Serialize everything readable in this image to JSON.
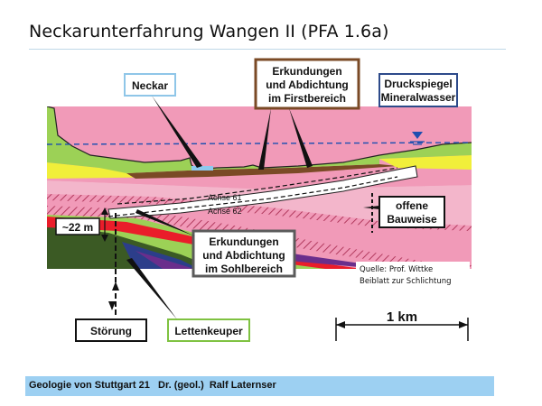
{
  "title": "Neckarunterfahrung Wangen II (PFA 1.6a)",
  "labels": {
    "neckar": "Neckar",
    "erkundung_first": [
      "Erkundungen",
      "und Abdichtung",
      "im Firstbereich"
    ],
    "druckspiegel": [
      "Druckspiegel",
      "Mineralwasser"
    ],
    "offene_bauweise": [
      "offene",
      "Bauweise"
    ],
    "achse_61": "Achse 61",
    "achse_62": "Achse 62",
    "depth": "~22 m",
    "erkundung_sohl": [
      "Erkundungen",
      "und Abdichtung",
      "im Sohlbereich"
    ],
    "quelle": [
      "Quelle: Prof. Wittke",
      "Beiblatt zur Schlichtung"
    ],
    "stoerung": "Störung",
    "lettenkeuper": "Lettenkeuper",
    "scale": "1 km"
  },
  "footer": "Geologie von Stuttgart 21   Dr. (geol.)  Ralf Laternser",
  "colors": {
    "soil_yellow": "#f1ef3a",
    "gypsum_pink": "#f19ab8",
    "green": "#9cd156",
    "red": "#ea1d2a",
    "purple": "#6a2e8c",
    "dark_olive": "#3b5a24",
    "water_blue": "#1d4fb0",
    "neckar_box_border": "#8fc6e8",
    "first_box_border": "#7a4a26",
    "druck_box_border": "#2d4a8a",
    "sohl_box_border": "#5b5b5b",
    "letten_box_border": "#7fc241",
    "footer_bg": "#9dd0f2"
  }
}
